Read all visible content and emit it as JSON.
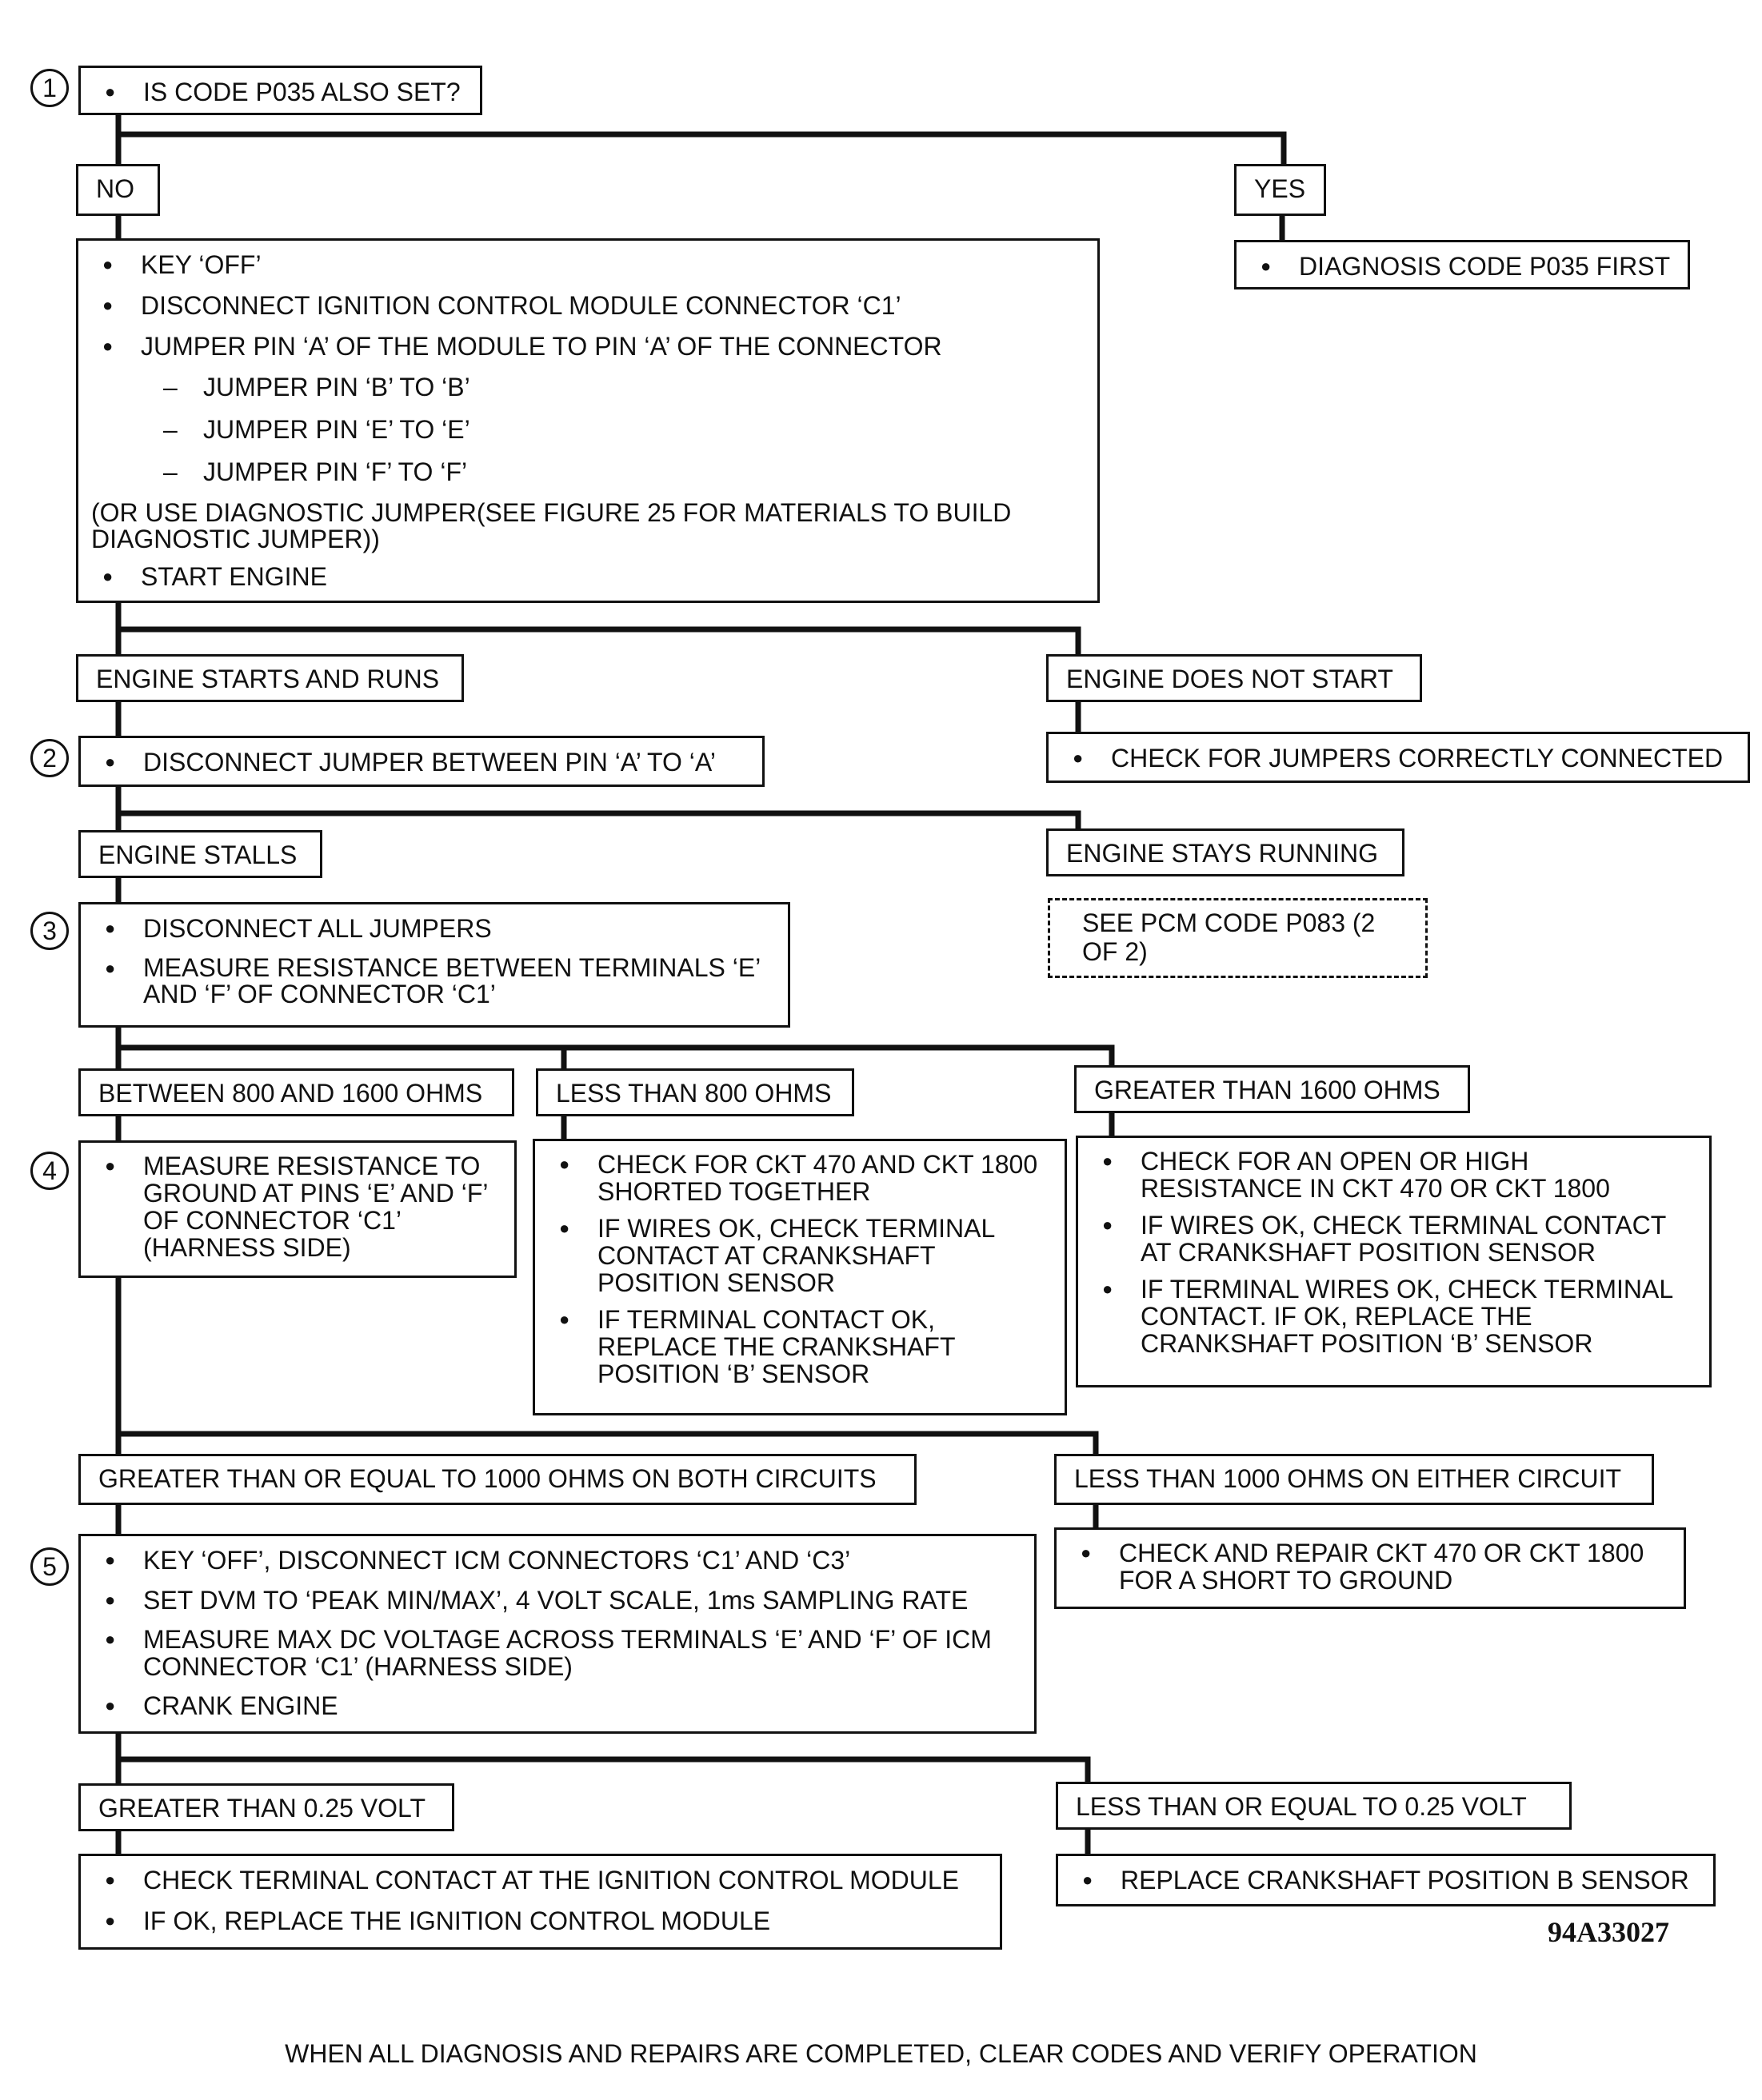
{
  "steps": {
    "s1": "1",
    "s2": "2",
    "s3": "3",
    "s4": "4",
    "s5": "5"
  },
  "boxes": {
    "q1": [
      "IS CODE P035 ALSO SET?"
    ],
    "no1": "NO",
    "yes1": "YES",
    "yes1_action": [
      "DIAGNOSIS CODE P035 FIRST"
    ],
    "no1_action": {
      "b1": "KEY ‘OFF’",
      "b2": "DISCONNECT IGNITION CONTROL MODULE CONNECTOR ‘C1’",
      "b3": "JUMPER PIN ‘A’ OF THE MODULE TO PIN ‘A’ OF THE CONNECTOR",
      "d1": "JUMPER PIN ‘B’ TO ‘B’",
      "d2": "JUMPER PIN ‘E’ TO ‘E’",
      "d3": "JUMPER PIN ‘F’ TO ‘F’",
      "p1": "(OR USE DIAGNOSTIC JUMPER(SEE FIGURE 25 FOR MATERIALS TO BUILD DIAGNOSTIC JUMPER))",
      "b4": "START ENGINE"
    },
    "starts": "ENGINE STARTS AND RUNS",
    "no_start": "ENGINE DOES NOT START",
    "step2": [
      "DISCONNECT JUMPER BETWEEN PIN ‘A’ TO ‘A’"
    ],
    "check_jumpers": [
      "CHECK FOR JUMPERS CORRECTLY CONNECTED"
    ],
    "stalls": "ENGINE STALLS",
    "stays_running": "ENGINE STAYS RUNNING",
    "see_pcm": "SEE PCM CODE P083 (2 OF 2)",
    "step3": [
      "DISCONNECT ALL JUMPERS",
      "MEASURE RESISTANCE BETWEEN TERMINALS ‘E’ AND ‘F’ OF CONNECTOR ‘C1’"
    ],
    "between": "BETWEEN 800 AND 1600 OHMS",
    "less800": "LESS THAN 800 OHMS",
    "greater1600": "GREATER THAN 1600 OHMS",
    "step4": [
      "MEASURE RESISTANCE  TO GROUND AT PINS ‘E’ AND ‘F’ OF CONNECTOR ‘C1’ (HARNESS SIDE)"
    ],
    "less800_action": [
      "CHECK FOR CKT 470 AND CKT 1800 SHORTED TOGETHER",
      "IF WIRES OK, CHECK TERMINAL CONTACT AT CRANKSHAFT POSITION SENSOR",
      "IF TERMINAL CONTACT OK, REPLACE THE CRANKSHAFT POSITION ‘B’ SENSOR"
    ],
    "greater1600_action": [
      "CHECK FOR AN OPEN OR HIGH RESISTANCE IN CKT 470 OR CKT 1800",
      "IF WIRES OK, CHECK TERMINAL CONTACT AT CRANKSHAFT POSITION SENSOR",
      "IF TERMINAL WIRES OK, CHECK TERMINAL CONTACT. IF OK, REPLACE THE CRANKSHAFT POSITION ‘B’ SENSOR"
    ],
    "ge1000": "GREATER THAN OR EQUAL TO 1000 OHMS ON BOTH CIRCUITS",
    "lt1000": "LESS THAN 1000 OHMS ON EITHER CIRCUIT",
    "step5": [
      "KEY ‘OFF’, DISCONNECT ICM CONNECTORS ‘C1’ AND ‘C3’",
      "SET DVM TO ‘PEAK MIN/MAX’, 4 VOLT SCALE, 1ms SAMPLING RATE",
      "MEASURE MAX DC VOLTAGE ACROSS TERMINALS ‘E’ AND ‘F’ OF ICM CONNECTOR ‘C1’ (HARNESS SIDE)",
      "CRANK ENGINE"
    ],
    "lt1000_action": [
      "CHECK AND REPAIR CKT 470 OR CKT 1800 FOR A SHORT TO GROUND"
    ],
    "gt025": "GREATER THAN 0.25 VOLT",
    "le025": "LESS THAN OR EQUAL TO 0.25 VOLT",
    "gt025_action": [
      "CHECK TERMINAL CONTACT AT THE IGNITION CONTROL MODULE",
      "IF OK, REPLACE THE IGNITION CONTROL MODULE"
    ],
    "le025_action": [
      "REPLACE CRANKSHAFT POSITION B SENSOR"
    ]
  },
  "figure_id": "94A33027",
  "footer": "WHEN ALL DIAGNOSIS AND REPAIRS ARE COMPLETED, CLEAR CODES AND VERIFY OPERATION"
}
